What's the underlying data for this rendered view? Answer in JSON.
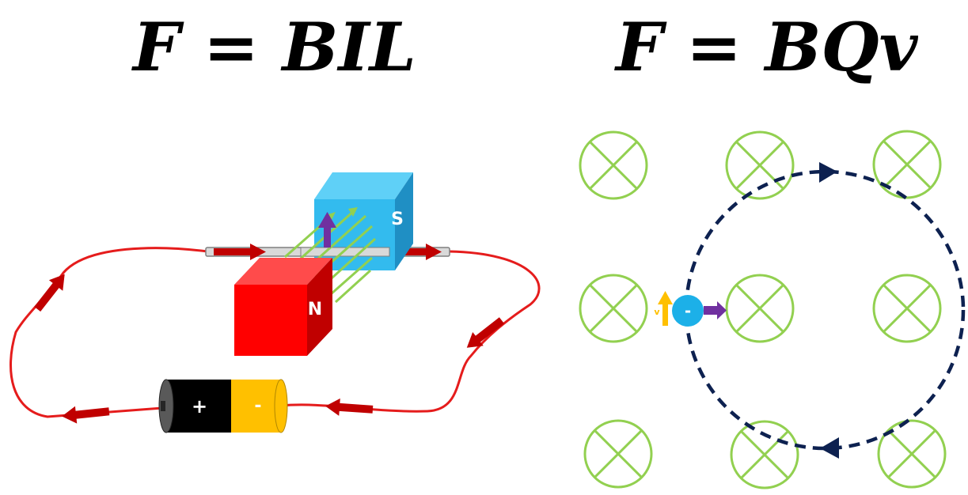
{
  "formulas": {
    "left": "F = BIL",
    "right": "F = BQv"
  },
  "labels": {
    "south_pole": "S",
    "north_pole": "N",
    "battery_positive": "+",
    "battery_negative": "-",
    "charge": "-",
    "velocity": "v"
  },
  "colors": {
    "wire": "#e51c1c",
    "current_arrow": "#c00000",
    "magnet_north": "#ff0000",
    "magnet_south": "#33bbee",
    "field_lines": "#92d050",
    "force_arrow": "#7030a0",
    "orbit": "#0d2150",
    "charge": "#1cb0e8",
    "velocity_arrow": "#ffc000",
    "battery_body": "#000000",
    "battery_cap": "#ffc000"
  },
  "field_symbol": "field-into-page-cross",
  "field_grid": {
    "rows": 3,
    "cols": 3
  }
}
